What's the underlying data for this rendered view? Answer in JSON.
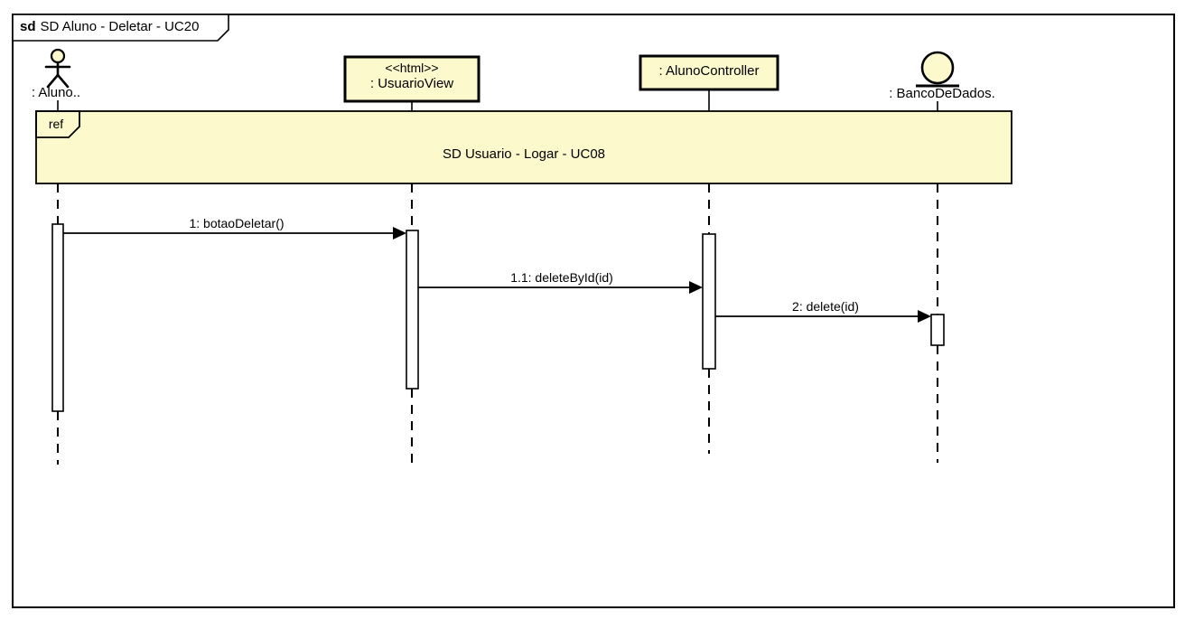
{
  "frame": {
    "keyword": "sd",
    "title": "SD Aluno - Deletar - UC20"
  },
  "colors": {
    "element_fill": "#FCFACD",
    "stroke": "#000000",
    "background": "#FFFFFF",
    "activation_fill": "#FFFFFF"
  },
  "lifelines": [
    {
      "id": "aluno",
      "type": "actor",
      "icon": "actor-stick-figure-icon",
      "label": ": Aluno.."
    },
    {
      "id": "usuarioview",
      "type": "object",
      "stereotype": "<<html>>",
      "label": ": UsuarioView"
    },
    {
      "id": "alunocontroller",
      "type": "object",
      "label": ": AlunoController"
    },
    {
      "id": "bancodedados",
      "type": "entity",
      "icon": "entity-circle-icon",
      "label": ": BancoDeDados."
    }
  ],
  "ref_fragment": {
    "keyword": "ref",
    "label": "SD Usuario - Logar - UC08"
  },
  "messages": [
    {
      "seq": "1",
      "label": "1: botaoDeletar()",
      "from": "aluno",
      "to": "usuarioview"
    },
    {
      "seq": "1.1",
      "label": "1.1: deleteById(id)",
      "from": "usuarioview",
      "to": "alunocontroller"
    },
    {
      "seq": "2",
      "label": "2: delete(id)",
      "from": "alunocontroller",
      "to": "bancodedados"
    }
  ]
}
